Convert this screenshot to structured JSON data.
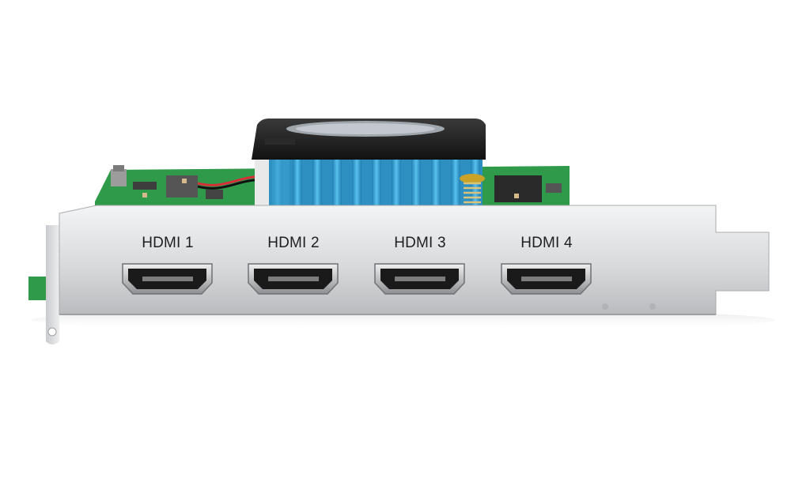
{
  "product": {
    "description_icon": "pcie-capture-card",
    "ports": [
      {
        "label": "HDMI 1"
      },
      {
        "label": "HDMI 2"
      },
      {
        "label": "HDMI 3"
      },
      {
        "label": "HDMI 4"
      }
    ]
  },
  "colors": {
    "pcb": "#2f9a4a",
    "bracket": "#d9dadc",
    "heatsink": "#38a7d6",
    "fan": "#1a1a1a",
    "background": "#ffffff"
  }
}
